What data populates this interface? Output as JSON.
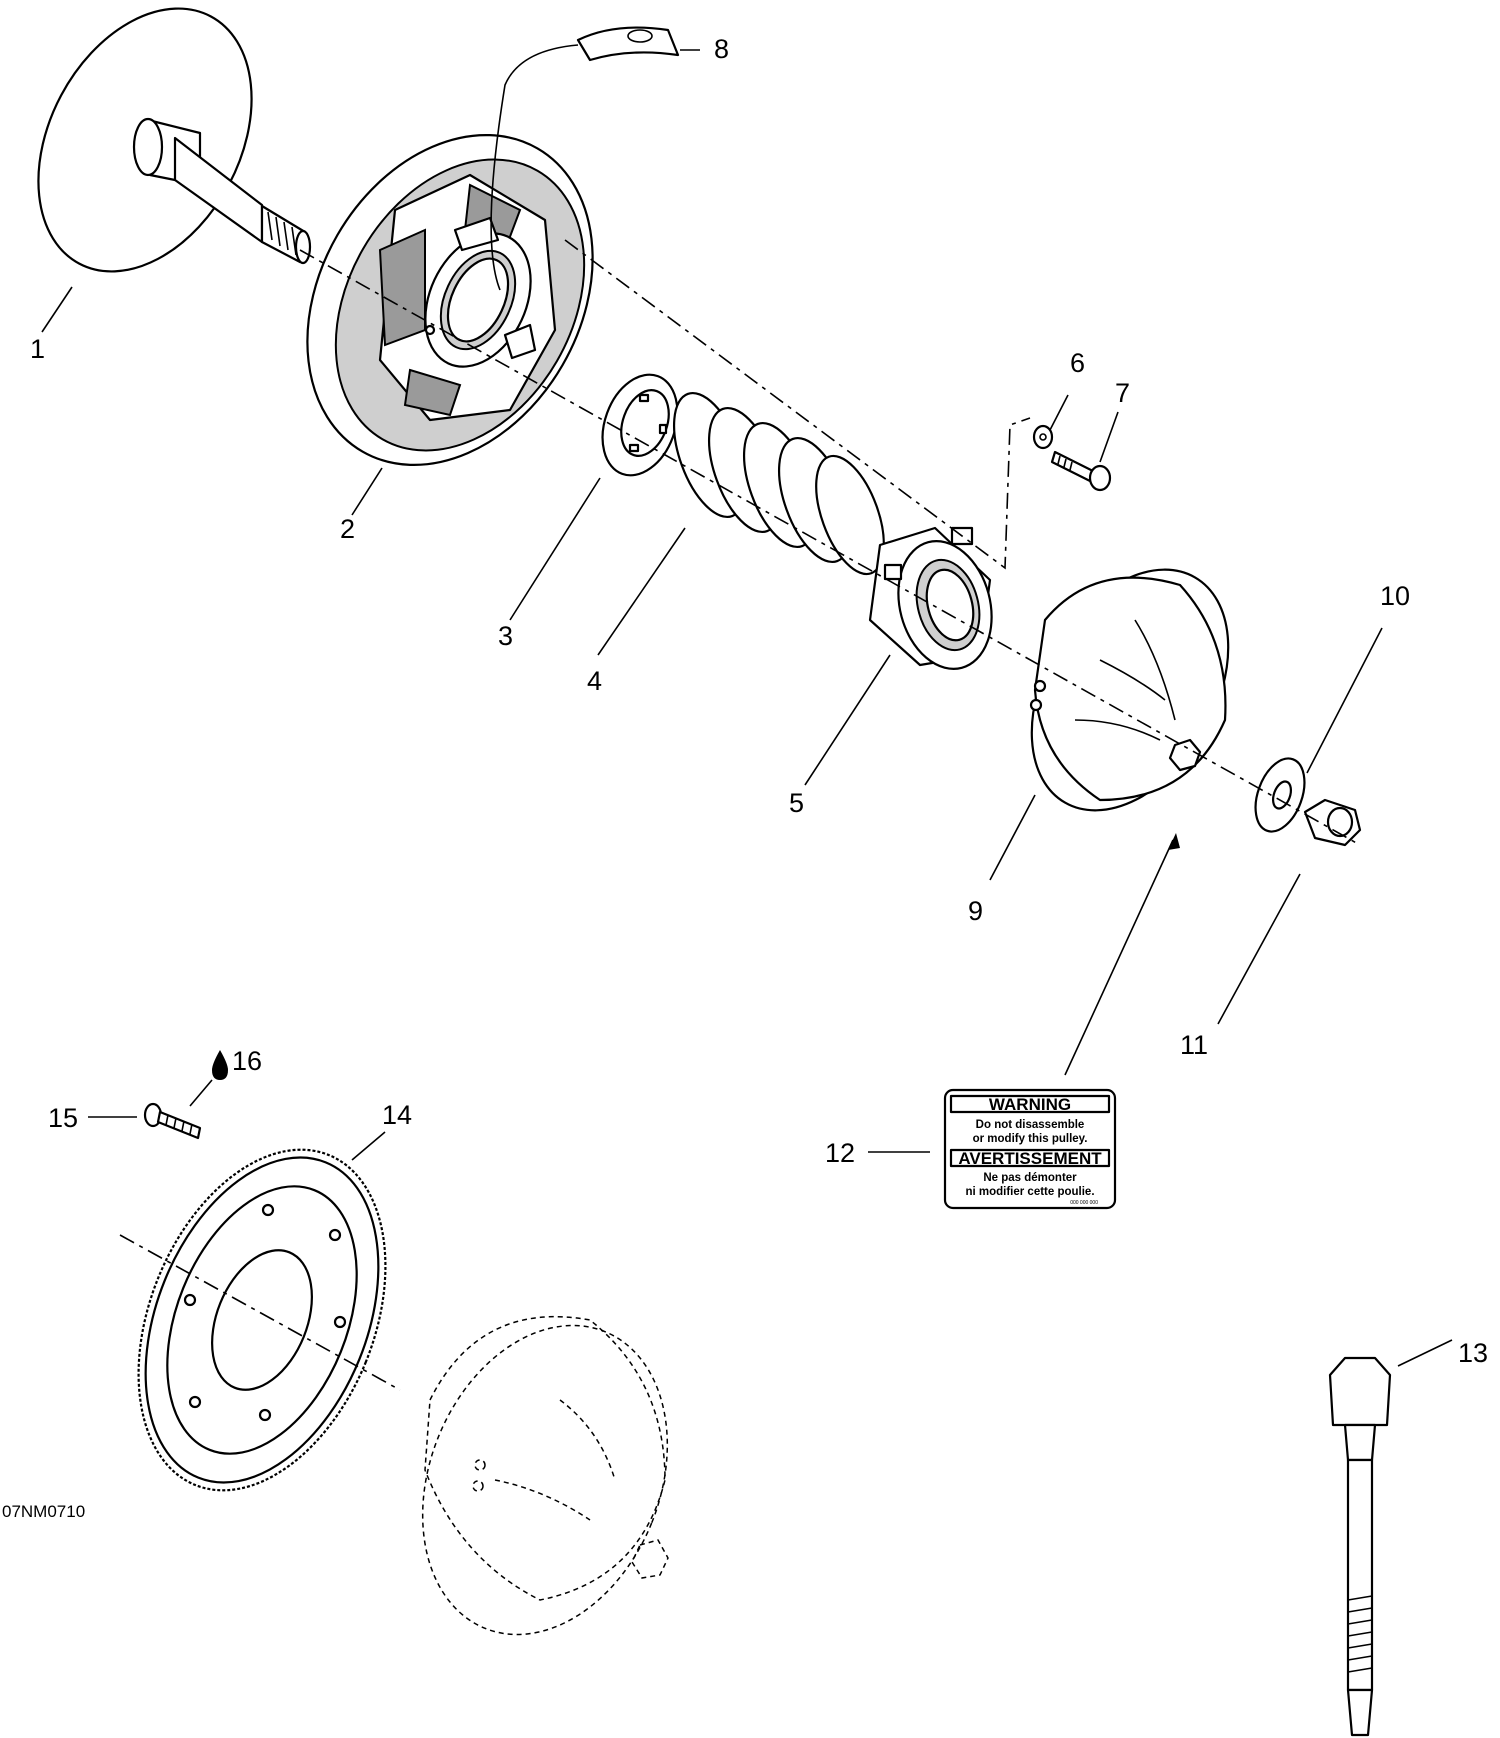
{
  "diagram_code": "07NM0710",
  "callouts": [
    "1",
    "2",
    "3",
    "4",
    "5",
    "6",
    "7",
    "8",
    "9",
    "10",
    "11",
    "12",
    "13",
    "14",
    "15",
    "16"
  ],
  "warning_label": {
    "title": "WARNING",
    "line1": "Do not disassemble",
    "line2": "or modify this pulley.",
    "title_fr": "AVERTISSEMENT",
    "line3": "Ne pas démonter",
    "line4": "ni modifier cette poulie.",
    "part_no": "000 000 000"
  },
  "colors": {
    "ink": "#000000",
    "paper": "#ffffff",
    "shade": "#cfcfcf"
  }
}
